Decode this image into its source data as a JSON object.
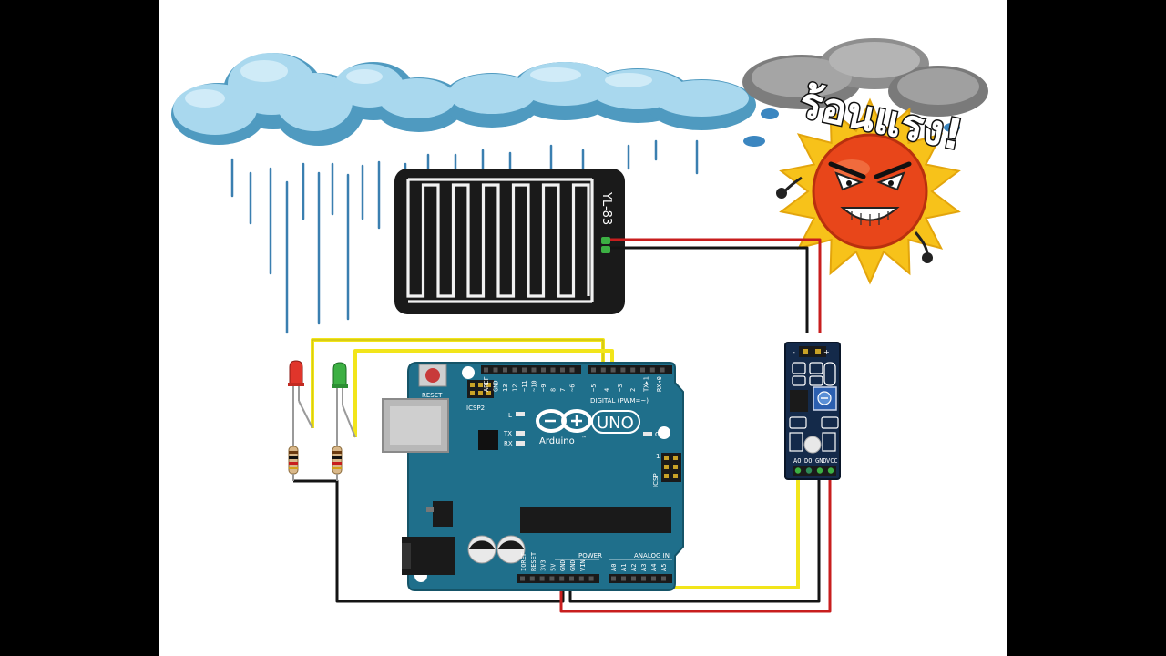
{
  "colors": {
    "background": "#000000",
    "canvas": "#ffffff",
    "arduino_board": "#1f6f8b",
    "wire_red": "#c81e1e",
    "wire_black": "#141414",
    "wire_yellow": "#f2e51a",
    "sensor_board": "#142a4a",
    "rain_cloud": "#8fc9e6",
    "storm_cloud": "#8a8a8a",
    "sun": "#f7c21a",
    "sun_face": "#e8461a"
  },
  "sensor_plate": {
    "label": "YL-83"
  },
  "cartoon": {
    "caption": "ร้อนแรง!"
  },
  "arduino": {
    "reset_label": "RESET",
    "icsp2_label": "ICSP2",
    "icsp_label": "ICSP",
    "brand": "Arduino",
    "tm": "™",
    "model": "UNO",
    "on_label": "ON",
    "l_label": "L",
    "tx_label": "TX",
    "rx_label": "RX",
    "digital_label": "DIGITAL (PWM=~)",
    "power_label": "POWER",
    "analog_label": "ANALOG IN",
    "icsp_pin1": "1",
    "digital_pins": [
      "AREF",
      "GND",
      "13",
      "12",
      "~11",
      "~10",
      "~9",
      "8",
      "7",
      "~6",
      "~5",
      "4",
      "~3",
      "2",
      "TX▸1",
      "RX◂0"
    ],
    "power_pins": [
      "IOREF",
      "RESET",
      "3V3",
      "5V",
      "GND",
      "GND",
      "VIN"
    ],
    "analog_pins": [
      "A0",
      "A1",
      "A2",
      "A3",
      "A4",
      "A5"
    ]
  },
  "sensor_module": {
    "pins": [
      "AO",
      "DO",
      "GND",
      "VCC"
    ]
  },
  "leds": [
    {
      "name": "red",
      "color": "#e0352b"
    },
    {
      "name": "green",
      "color": "#3cb043"
    }
  ]
}
